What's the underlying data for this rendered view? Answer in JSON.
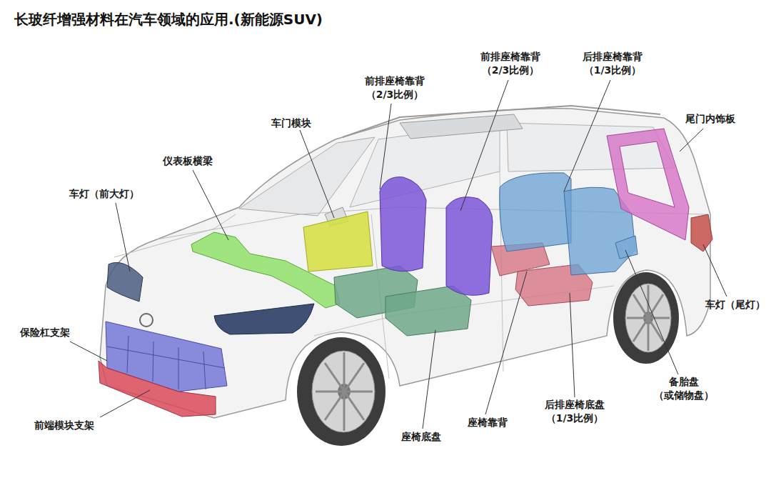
{
  "diagram": {
    "title": "长玻纤增强材料在汽车领域的应用.(新能源SUV)",
    "labels": [
      "前排座椅靠背 （2/3比例）",
      "前排座椅靠背 （2/3比例）",
      "后排座椅靠背 （1/3比例）",
      "尾门内饰板",
      "车门模块",
      "仪表板横梁",
      "车灯（前大灯）",
      "保险杠支架",
      "车灯（尾灯）",
      "备胎盘 （或储物盘）",
      "后排座椅底盘 （1/3比例）",
      "座椅靠背",
      "座椅底盘",
      "前端模块支架"
    ]
  }
}
